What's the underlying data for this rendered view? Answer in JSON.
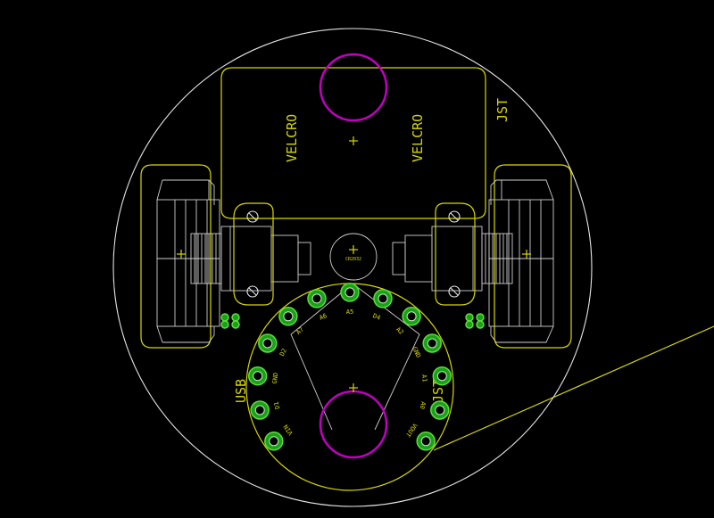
{
  "labels": {
    "velcro_left": "VELCRO",
    "velcro_right": "VELCRO",
    "jst_top": "JST",
    "jst_bottom": "JST",
    "usb": "USB",
    "center_part": "CR2032"
  },
  "header_pins": [
    {
      "label": "VIN"
    },
    {
      "label": "D1"
    },
    {
      "label": "GND"
    },
    {
      "label": "D2"
    },
    {
      "label": "A7"
    },
    {
      "label": "A6"
    },
    {
      "label": "A5"
    },
    {
      "label": "D4"
    },
    {
      "label": "A2"
    },
    {
      "label": "GND"
    },
    {
      "label": "A1"
    },
    {
      "label": "A0"
    },
    {
      "label": "VOUT"
    }
  ],
  "colors": {
    "background": "#000000",
    "silkscreen": "#d8d800",
    "outline": "#e6e6e6",
    "drill": "#c000c0",
    "pad": "#1aa01a"
  }
}
